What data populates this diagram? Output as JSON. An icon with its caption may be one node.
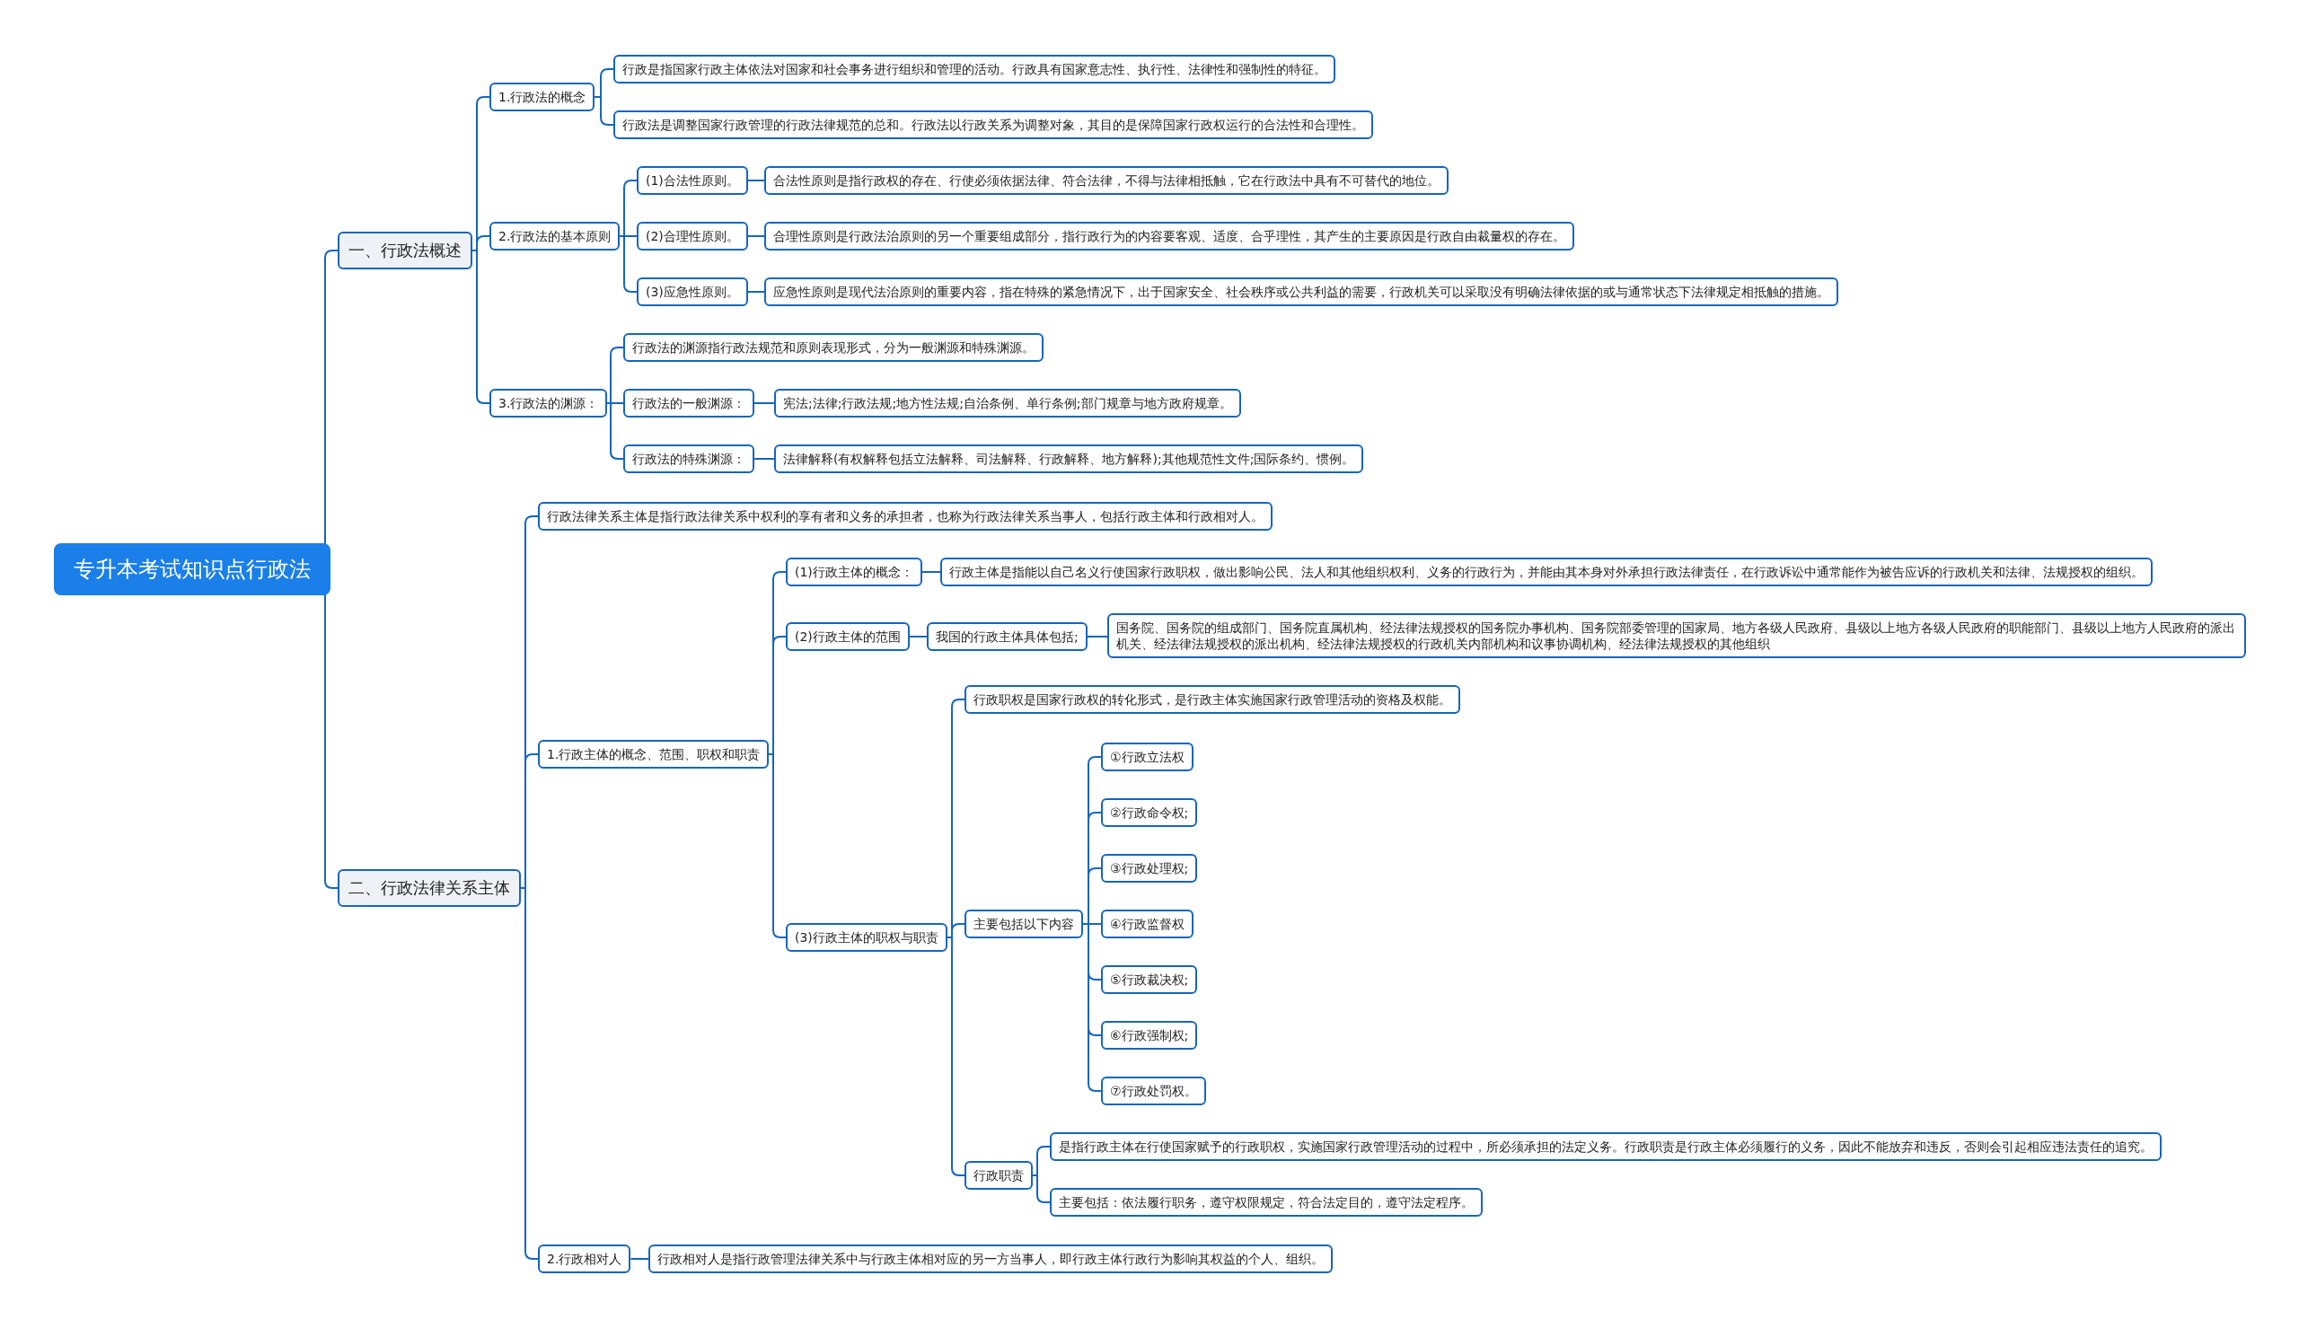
{
  "diagram": {
    "nodes": [
      {
        "text": [
          "专升本考试知识点行政法"
        ]
      },
      {
        "text": [
          "一、行政法概述"
        ]
      },
      {
        "text": [
          "1.行政法的概念"
        ]
      },
      {
        "text": [
          "行政是指国家行政主体依法对国家和社会事务进行组织和管理的活动。行政具有国家意志性、执行性、法律性和强制性的特征。"
        ]
      },
      {
        "text": [
          "行政法是调整国家行政管理的行政法律规范的总和。行政法以行政关系为调整对象，其目的是保障国家行政权运行的合法性和合理性。"
        ]
      },
      {
        "text": [
          "2.行政法的基本原则"
        ]
      },
      {
        "text": [
          "(1)合法性原则。"
        ]
      },
      {
        "text": [
          "合法性原则是指行政权的存在、行使必须依据法律、符合法律，不得与法律相抵触，它在行政法中具有不可替代的地位。"
        ]
      },
      {
        "text": [
          "(2)合理性原则。"
        ]
      },
      {
        "text": [
          "合理性原则是行政法治原则的另一个重要组成部分，指行政行为的内容要客观、适度、合乎理性，其产生的主要原因是行政自由裁量权的存在。"
        ]
      },
      {
        "text": [
          "(3)应急性原则。"
        ]
      },
      {
        "text": [
          "应急性原则是现代法治原则的重要内容，指在特殊的紧急情况下，出于国家安全、社会秩序或公共利益的需要，行政机关可以采取没有明确法律依据的或与通常状态下法律规定相抵触的措施。"
        ]
      },
      {
        "text": [
          "3.行政法的渊源："
        ]
      },
      {
        "text": [
          "行政法的渊源指行政法规范和原则表现形式，分为一般渊源和特殊渊源。"
        ]
      },
      {
        "text": [
          "行政法的一般渊源："
        ]
      },
      {
        "text": [
          "宪法;法律;行政法规;地方性法规;自治条例、单行条例;部门规章与地方政府规章。"
        ]
      },
      {
        "text": [
          "行政法的特殊渊源："
        ]
      },
      {
        "text": [
          "法律解释(有权解释包括立法解释、司法解释、行政解释、地方解释);其他规范性文件;国际条约、惯例。"
        ]
      },
      {
        "text": [
          "二、行政法律关系主体"
        ]
      },
      {
        "text": [
          "行政法律关系主体是指行政法律关系中权利的享有者和义务的承担者，也称为行政法律关系当事人，包括行政主体和行政相对人。"
        ]
      },
      {
        "text": [
          "1.行政主体的概念、范围、职权和职责"
        ]
      },
      {
        "text": [
          "(1)行政主体的概念："
        ]
      },
      {
        "text": [
          "行政主体是指能以自己名义行使国家行政职权，做出影响公民、法人和其他组织权利、义务的行政行为，并能由其本身对外承担行政法律责任，在行政诉讼中通常能作为被告应诉的行政机关和法律、法规授权的组织。"
        ]
      },
      {
        "text": [
          "(2)行政主体的范围"
        ]
      },
      {
        "text": [
          "我国的行政主体具体包括;"
        ]
      },
      {
        "text": [
          "国务院、国务院的组成部门、国务院直属机构、经法律法规授权的国务院办事机构、国务院部委管理的国家局、地方各级人民政府、县级以上地方各级人民政府的职能部门、县级以上地方人民政府的派出机关、经法律法规授权的派出机构、经法律法规授权的行政机关内部机构和议事协调机构、经法律法规授权的其他组织"
        ]
      },
      {
        "text": [
          "(3)行政主体的职权与职责"
        ]
      },
      {
        "text": [
          "行政职权是国家行政权的转化形式，是行政主体实施国家行政管理活动的资格及权能。"
        ]
      },
      {
        "text": [
          "主要包括以下内容"
        ]
      },
      {
        "text": [
          "①行政立法权"
        ]
      },
      {
        "text": [
          "②行政命令权;"
        ]
      },
      {
        "text": [
          "③行政处理权;"
        ]
      },
      {
        "text": [
          "④行政监督权"
        ]
      },
      {
        "text": [
          "⑤行政裁决权;"
        ]
      },
      {
        "text": [
          "⑥行政强制权;"
        ]
      },
      {
        "text": [
          "⑦行政处罚权。"
        ]
      },
      {
        "text": [
          "行政职责"
        ]
      },
      {
        "text": [
          "是指行政主体在行使国家赋予的行政职权，实施国家行政管理活动的过程中，所必须承担的法定义务。行政职责是行政主体必须履行的义务，因此不能放弃和违反，否则会引起相应违法责任的追究。"
        ]
      },
      {
        "text": [
          "主要包括：依法履行职务，遵守权限规定，符合法定目的，遵守法定程序。"
        ]
      },
      {
        "text": [
          "2.行政相对人"
        ]
      },
      {
        "text": [
          "行政相对人是指行政管理法律关系中与行政主体相对应的另一方当事人，即行政主体行政行为影响其权益的个人、组织。"
        ]
      }
    ],
    "edges": [
      {
        "from": 0,
        "to": 1,
        "arrow": "none"
      },
      {
        "from": 1,
        "to": 2,
        "arrow": "none"
      },
      {
        "from": 2,
        "to": 3,
        "arrow": "none"
      },
      {
        "from": 2,
        "to": 4,
        "arrow": "none"
      },
      {
        "from": 1,
        "to": 5,
        "arrow": "none"
      },
      {
        "from": 5,
        "to": 6,
        "arrow": "none"
      },
      {
        "from": 6,
        "to": 7,
        "arrow": "none"
      },
      {
        "from": 5,
        "to": 8,
        "arrow": "none"
      },
      {
        "from": 8,
        "to": 9,
        "arrow": "none"
      },
      {
        "from": 5,
        "to": 10,
        "arrow": "none"
      },
      {
        "from": 10,
        "to": 11,
        "arrow": "none"
      },
      {
        "from": 1,
        "to": 12,
        "arrow": "none"
      },
      {
        "from": 12,
        "to": 13,
        "arrow": "none"
      },
      {
        "from": 12,
        "to": 14,
        "arrow": "none"
      },
      {
        "from": 14,
        "to": 15,
        "arrow": "none"
      },
      {
        "from": 12,
        "to": 16,
        "arrow": "none"
      },
      {
        "from": 16,
        "to": 17,
        "arrow": "none"
      },
      {
        "from": 0,
        "to": 18,
        "arrow": "none"
      },
      {
        "from": 18,
        "to": 19,
        "arrow": "none"
      },
      {
        "from": 18,
        "to": 20,
        "arrow": "none"
      },
      {
        "from": 20,
        "to": 21,
        "arrow": "none"
      },
      {
        "from": 21,
        "to": 22,
        "arrow": "none"
      },
      {
        "from": 20,
        "to": 23,
        "arrow": "none"
      },
      {
        "from": 23,
        "to": 24,
        "arrow": "none"
      },
      {
        "from": 24,
        "to": 25,
        "arrow": "none"
      },
      {
        "from": 20,
        "to": 26,
        "arrow": "none"
      },
      {
        "from": 26,
        "to": 27,
        "arrow": "none"
      },
      {
        "from": 26,
        "to": 28,
        "arrow": "none"
      },
      {
        "from": 28,
        "to": 29,
        "arrow": "none"
      },
      {
        "from": 28,
        "to": 30,
        "arrow": "none"
      },
      {
        "from": 28,
        "to": 31,
        "arrow": "none"
      },
      {
        "from": 28,
        "to": 32,
        "arrow": "none"
      },
      {
        "from": 28,
        "to": 33,
        "arrow": "none"
      },
      {
        "from": 28,
        "to": 34,
        "arrow": "none"
      },
      {
        "from": 28,
        "to": 35,
        "arrow": "none"
      },
      {
        "from": 26,
        "to": 36,
        "arrow": "none"
      },
      {
        "from": 36,
        "to": 37,
        "arrow": "none"
      },
      {
        "from": 36,
        "to": 38,
        "arrow": "none"
      },
      {
        "from": 18,
        "to": 39,
        "arrow": "none"
      },
      {
        "from": 39,
        "to": 40,
        "arrow": "none"
      }
    ]
  }
}
